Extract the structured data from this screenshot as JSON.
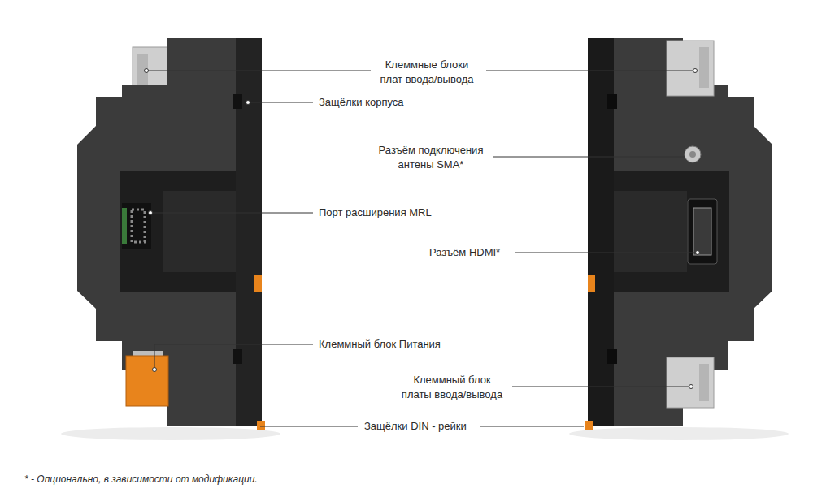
{
  "diagram": {
    "caption": "* - Опционально, в зависимости от модификации.",
    "labels": [
      "Клеммные блоки плат ввода/вывода",
      "Защёлки корпуса",
      "Разъём подключения антены SMA*",
      "Порт расширения MRL",
      "Разъём HDMI*",
      "Клеммный блок Питания",
      "Клеммный блок платы ввода/вывода",
      "Защёлки DIN - рейки"
    ]
  }
}
